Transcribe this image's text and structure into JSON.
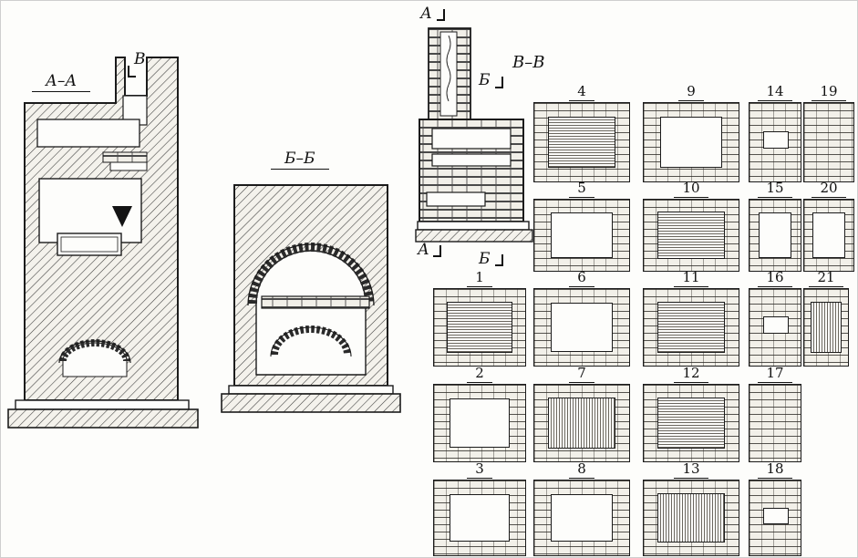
{
  "colors": {
    "paper": "#fdfdfb",
    "ink": "#1b1b1b"
  },
  "sections": {
    "a_a": {
      "label": "А–А",
      "cut_mark": "В"
    },
    "b_b": {
      "label": "Б–Б"
    },
    "v_v": {
      "label": "В–В",
      "mark_top": "А",
      "mark_upper": "Б",
      "mark_bottom_left": "А",
      "mark_bottom_right": "Б"
    }
  },
  "plans": [
    {
      "number": "1"
    },
    {
      "number": "2"
    },
    {
      "number": "3"
    },
    {
      "number": "4"
    },
    {
      "number": "5"
    },
    {
      "number": "6"
    },
    {
      "number": "7"
    },
    {
      "number": "8"
    },
    {
      "number": "9"
    },
    {
      "number": "10"
    },
    {
      "number": "11"
    },
    {
      "number": "12"
    },
    {
      "number": "13"
    },
    {
      "number": "14"
    },
    {
      "number": "15"
    },
    {
      "number": "16"
    },
    {
      "number": "17"
    },
    {
      "number": "18"
    },
    {
      "number": "19"
    },
    {
      "number": "20"
    },
    {
      "number": "21"
    }
  ]
}
